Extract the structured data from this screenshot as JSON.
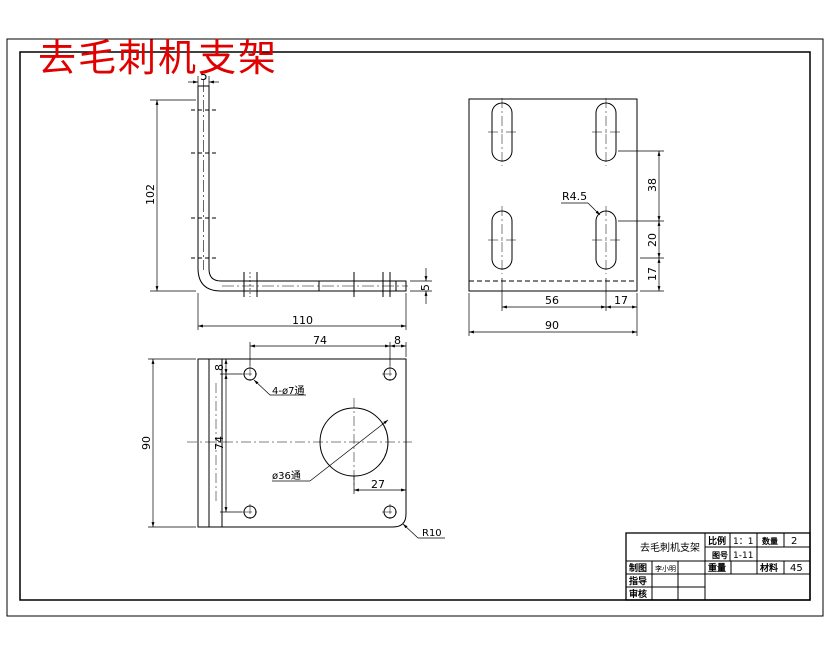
{
  "drawing_title": "去毛刺机支架",
  "front_view": {
    "dims": [
      "5",
      "102",
      "110",
      "5"
    ]
  },
  "side_view": {
    "dims": [
      "R4.5",
      "38",
      "20",
      "17",
      "56",
      "17",
      "90"
    ]
  },
  "top_view": {
    "dims": [
      "74",
      "8",
      "8",
      "74",
      "90",
      "4-ø7通",
      "ø36通",
      "27",
      "R10"
    ]
  },
  "title_block": {
    "part_name": "去毛刺机支架",
    "scale_label": "比例",
    "scale_value": "1：1",
    "qty_label": "数量",
    "qty_value": "2",
    "drawing_no_label": "图号",
    "drawing_no_value": "1-11",
    "drawn_label": "制图",
    "drawn_value": "李小明",
    "weight_label": "重量",
    "material_label": "材料",
    "material_value": "45",
    "guide_label": "指导",
    "review_label": "审核"
  }
}
